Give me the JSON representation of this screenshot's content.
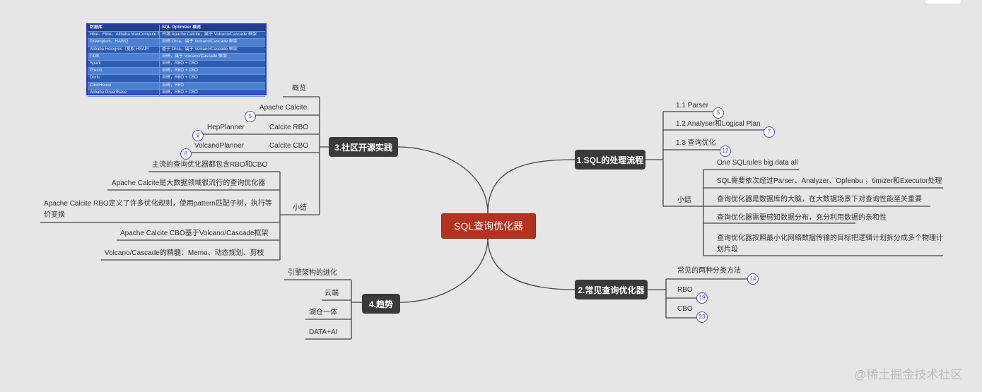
{
  "center": "SQL查询优化器",
  "branches": {
    "b1": {
      "title": "1.SQL的处理流程",
      "items": [
        {
          "text": "1.1  Parser",
          "badge": "5"
        },
        {
          "text": "1.2 Analyser和Logical Plan",
          "badge": "7"
        },
        {
          "text": "1.3 查询优化",
          "badge": "12"
        }
      ],
      "summary": {
        "label": "小结",
        "items": [
          "One SQLrules big data all",
          "SQL需要依次经过Parser、Analyzer、Opfenbu ，timizer和Executor处理",
          "查询优化器是数据库的大脑，在大数据场景下对查询性能至关重要",
          "查询优化器需要感知数据分布，充分利用数据的亲和性",
          "查询优化器按照最小化网络数据传输的目标把逻辑计划拆分成多个物理计划片段"
        ]
      }
    },
    "b2": {
      "title": "2.常见查询优化器",
      "items": [
        {
          "text": "常见的两种分类方法",
          "badge": "14"
        },
        {
          "text": "RBO",
          "badge": "19"
        },
        {
          "text": "CBO",
          "badge": "23"
        }
      ]
    },
    "b3": {
      "title": "3.社区开源实践",
      "overview": "概览",
      "calcite": {
        "text": "Apache Calcite",
        "badge": "5"
      },
      "rbo": {
        "text": "Calcite RBO",
        "sub": "HepPlanner",
        "badge": "9"
      },
      "cbo": {
        "text": "Calcite CBO",
        "sub": "VolcanoPlanner",
        "badge": "8"
      },
      "summary": {
        "label": "小结",
        "items": [
          "主流的查询优化器都包含RBO和CBO",
          "Apache Calcite是大数据领域很流行的查询优化器",
          "Apache Calcite RBO定义了许多优化规则，使用pattern匹配子树，执行等价变换",
          "Apache Calcite CBO基于Volcano/Cascade框架",
          "Volcano/Cascade的精髓：Memo、动态规划、剪枝"
        ]
      },
      "table": {
        "headers": [
          "数据库",
          "SQL Optimizer 概览"
        ],
        "rows": [
          [
            "Hive、Flink、Alibaba MaxCompute 等",
            "开源 Apache Calcite，属于 Volcano/Cascade 框架"
          ],
          [
            "Greenplum、HAWQ",
            "自研 Orca，属于 Volcano/Cascade 框架"
          ],
          [
            "Alibaba Hologres（宽松 HSAP）",
            "基于 Orca，属于 Volcano/Cascade 框架"
          ],
          [
            "TiDB",
            "自研，属于 Volcano/Cascade 框架"
          ],
          [
            "Spark",
            "自研，RBO + CBO"
          ],
          [
            "Presto",
            "自研，RBO + CBO"
          ],
          [
            "Doris",
            "自研，RBO + CBO"
          ],
          [
            "ClickHouse",
            "自研，RBO"
          ],
          [
            "Alibaba GreenBase",
            "自研，RBO + CBO"
          ]
        ]
      }
    },
    "b4": {
      "title": "4.趋势",
      "items": [
        "引擎架构的进化",
        "云端",
        "湖仓一体",
        "DATA+AI"
      ]
    }
  },
  "watermark": "@稀土掘金技术社区",
  "colors": {
    "center": "#b3331f",
    "main": "#3a3a3a",
    "line": "#444444",
    "badge": "#4b55c9",
    "table": "#2d5db0"
  }
}
